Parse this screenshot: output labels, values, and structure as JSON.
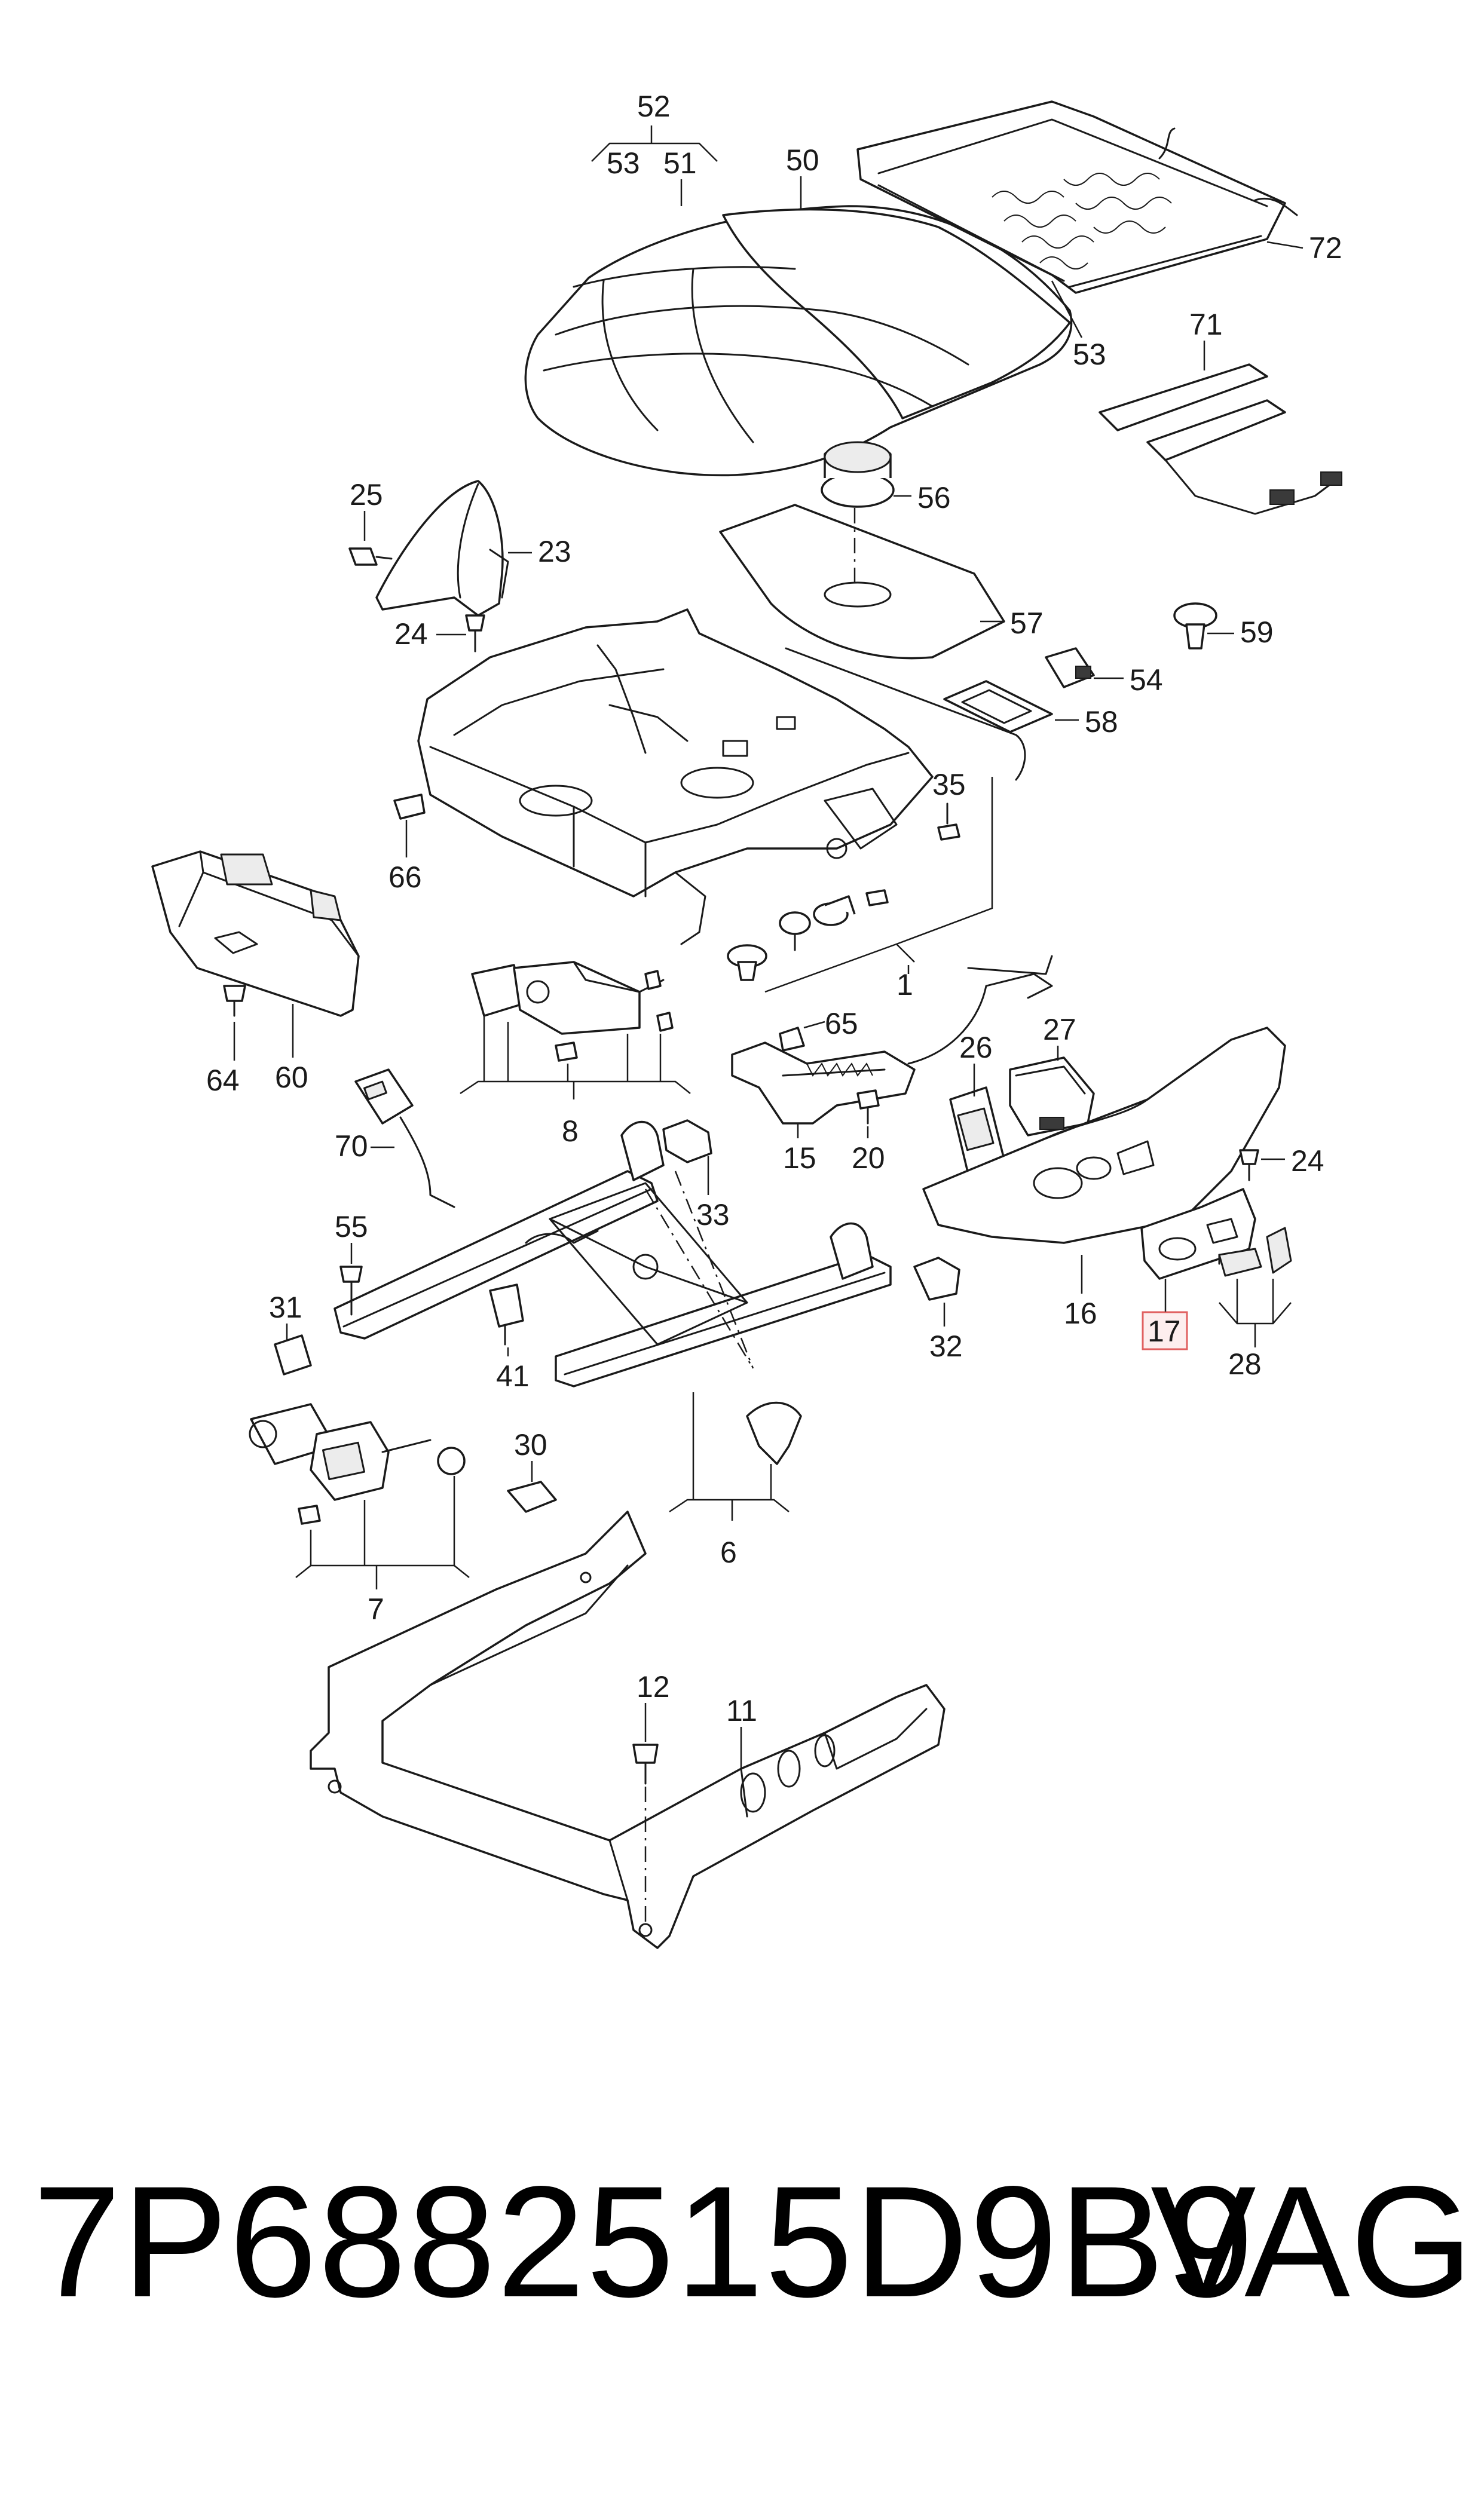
{
  "part_number": "7P6882515D9B9",
  "brand": "VAG",
  "highlight_color": "#e06060",
  "callouts": [
    "52",
    "53",
    "51",
    "50",
    "72",
    "53",
    "71",
    "56",
    "25",
    "23",
    "24",
    "57",
    "59",
    "54",
    "58",
    "35",
    "66",
    "1",
    "65",
    "26",
    "27",
    "64",
    "60",
    "8",
    "15",
    "20",
    "24",
    "70",
    "33",
    "55",
    "31",
    "41",
    "32",
    "16",
    "17",
    "28",
    "30",
    "6",
    "7",
    "12",
    "11"
  ],
  "highlighted_callout": "17"
}
